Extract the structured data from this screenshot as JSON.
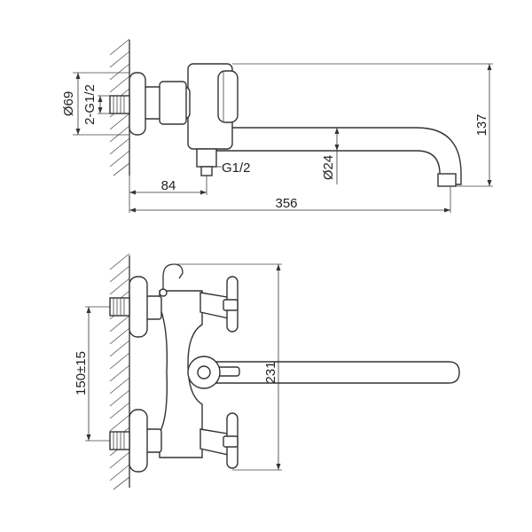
{
  "top_view": {
    "diameter_label": "Ø69",
    "thread_label": "2-G1/2",
    "height_label": "137",
    "outlet_thread_label": "G1/2",
    "spout_diameter_label": "Ø24",
    "offset_label": "84",
    "length_label": "356"
  },
  "front_view": {
    "spacing_label": "150±15",
    "height_label": "231"
  }
}
